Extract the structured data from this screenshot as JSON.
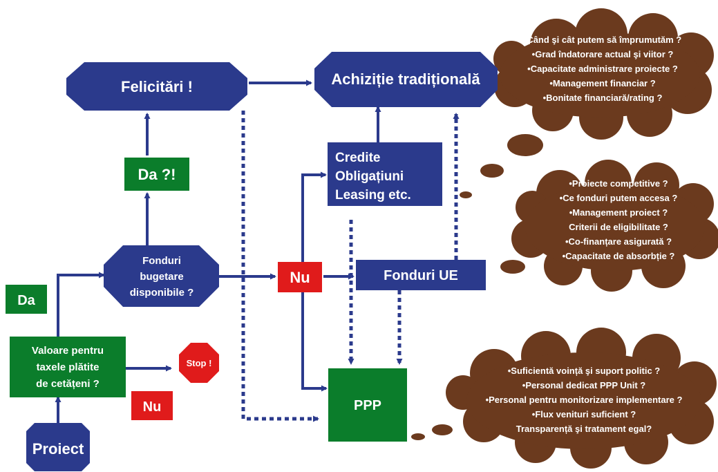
{
  "colors": {
    "navy": "#2B3A8C",
    "green": "#0B7D2B",
    "red": "#E01B1B",
    "cloud": "#6B3A1E",
    "text_on_shape": "#FFFFFF"
  },
  "nodes": {
    "proiect": "Proiect",
    "valoare": [
      "Valoare pentru",
      "taxele plătite",
      "de cetățeni ?"
    ],
    "stop": "Stop !",
    "nu_left": "Nu",
    "da_left": "Da",
    "fonduri_bugetare": [
      "Fonduri",
      "bugetare",
      "disponibile ?"
    ],
    "da_q": "Da ?!",
    "felicitari": "Felicitări !",
    "achizitie": "Achiziție tradițională",
    "nu_center": "Nu",
    "fonduri_ue": "Fonduri UE",
    "credite": [
      "Credite",
      "Obligațiuni",
      "Leasing etc."
    ],
    "ppp": "PPP"
  },
  "clouds": {
    "top": [
      "•Când şi cât putem să împrumutăm ?",
      "•Grad îndatorare actual şi viitor ?",
      "•Capacitate administrare proiecte ?",
      "•Management financiar ?",
      "•Bonitate financiară/rating ?"
    ],
    "middle": [
      "•Proiecte competitive ?",
      "•Ce fonduri putem accesa ?",
      "•Management proiect ?",
      "Criterii de eligibilitate ?",
      "•Co-finanțare asigurată ?",
      "•Capacitate de absorbție ?"
    ],
    "bottom": [
      "•Suficientă voință şi suport politic ?",
      "•Personal dedicat PPP Unit ?",
      "•Personal pentru monitorizare implementare ?",
      "•Flux venituri suficient ?",
      "Transparență şi tratament egal?"
    ]
  }
}
